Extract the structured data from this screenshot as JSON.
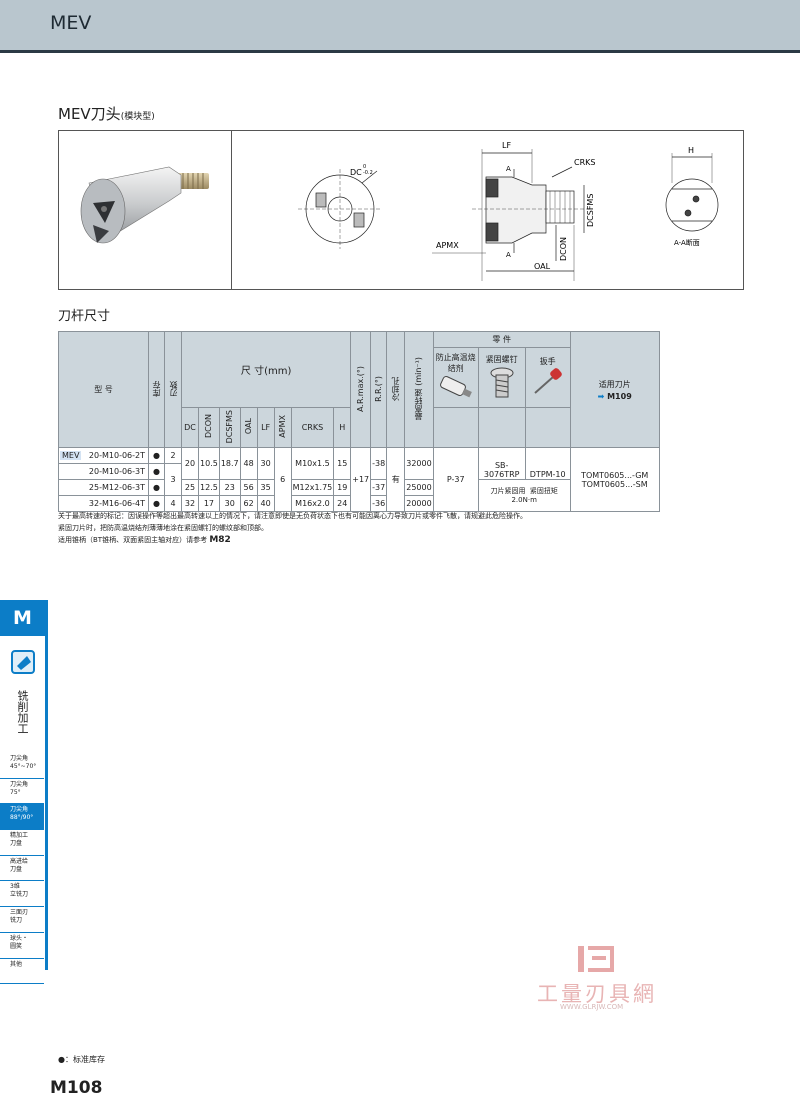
{
  "header": {
    "title": "MEV"
  },
  "section": {
    "title": "MEV刀头",
    "subtitle": "(模块型)"
  },
  "figure": {
    "labels": {
      "dc": "DC",
      "dc_tol_upper": "0",
      "dc_tol_lower": "-0.2",
      "apmx": "APMX",
      "lf": "LF",
      "crks": "CRKS",
      "dcsfms": "DCSFMS",
      "dcon": "DCON",
      "oal": "OAL",
      "section_a": "A",
      "h": "H",
      "aa_section": "A-A断面"
    }
  },
  "dimensions_title": "刀杆尺寸",
  "table": {
    "headers": {
      "model": "型  号",
      "stock": "库存",
      "flutes": "刃数",
      "dims": "尺  寸(mm)",
      "ar_max": "A.R.max.(°)",
      "rr": "R.R.(°)",
      "coolant": "冷却孔",
      "max_rpm": "最高转速 (min⁻¹)",
      "parts": "零  件",
      "anti_seize": "防止高温烧结剂",
      "screw": "紧固螺钉",
      "wrench": "扳手",
      "insert": "适用刀片",
      "insert_ref": "M109"
    },
    "dim_cols": [
      "DC",
      "DCON",
      "DCSFMS",
      "OAL",
      "LF",
      "APMX",
      "CRKS",
      "H"
    ],
    "rows": [
      {
        "series": "MEV",
        "model": "20-M10-06-2T",
        "stock": "●",
        "flutes": "2",
        "dc": "20",
        "dcon": "10.5",
        "dcsfms": "18.7",
        "oal": "48",
        "lf": "30",
        "crks": "M10x1.5",
        "h": "15",
        "rr": "-38",
        "rpm": "32000"
      },
      {
        "series": "",
        "model": "20-M10-06-3T",
        "stock": "●",
        "flutes": "3",
        "dc": "",
        "dcon": "",
        "dcsfms": "",
        "oal": "",
        "lf": "",
        "crks": "",
        "h": "",
        "rr": "",
        "rpm": ""
      },
      {
        "series": "",
        "model": "25-M12-06-3T",
        "stock": "●",
        "flutes": "",
        "dc": "25",
        "dcon": "12.5",
        "dcsfms": "23",
        "oal": "56",
        "lf": "35",
        "crks": "M12x1.75",
        "h": "19",
        "rr": "-37",
        "rpm": "25000"
      },
      {
        "series": "",
        "model": "32-M16-06-4T",
        "stock": "●",
        "flutes": "4",
        "dc": "32",
        "dcon": "17",
        "dcsfms": "30",
        "oal": "62",
        "lf": "40",
        "crks": "M16x2.0",
        "h": "24",
        "rr": "-36",
        "rpm": "20000"
      }
    ],
    "shared": {
      "apmx": "6",
      "ar_max": "+17",
      "coolant": "有",
      "anti_seize": "P-37",
      "screw": "SB-3076TRP",
      "wrench": "DTPM-10",
      "screw_torque_label": "刀片紧固用",
      "screw_torque_label2": "紧固扭矩",
      "screw_torque_value": "2.0N·m",
      "insert_1": "TOMT0605...-GM",
      "insert_2": "TOMT0605...-SM"
    }
  },
  "notes": [
    "关于最高转速的标记：因误操作等超出最高转速以上的情况下，请注意即使是无负荷状态下也有可能因离心力导致刀片或零件飞散，请规避此危险操作。",
    "紧固刀片时，把防高温烧结剂薄薄地涂在紧固螺钉的螺纹部和顶部。",
    "适用锥柄（BT锥柄、双面紧固主轴对应）请参考"
  ],
  "notes_ref": "M82",
  "sidebar": {
    "tab": "M",
    "label": "铣削加工",
    "nav": [
      {
        "line1": "刀尖角",
        "line2": "45°~70°",
        "active": false
      },
      {
        "line1": "刀尖角",
        "line2": "75°",
        "active": false
      },
      {
        "line1": "刀尖角",
        "line2": "88°/90°",
        "active": true
      },
      {
        "line1": "精加工",
        "line2": "刀盘",
        "active": false
      },
      {
        "line1": "高进给",
        "line2": "刀盘",
        "active": false
      },
      {
        "line1": "3维",
        "line2": "立铣刀",
        "active": false
      },
      {
        "line1": "三面刃",
        "line2": "铣刀",
        "active": false
      },
      {
        "line1": "球头・",
        "line2": "圆笑",
        "active": false
      },
      {
        "line1": "其他",
        "line2": "",
        "active": false
      }
    ]
  },
  "legend": "●：标准库存",
  "page_number": "M108",
  "watermark": {
    "text": "工量刃具網",
    "url": "WWW.GLRJW.COM"
  },
  "colors": {
    "accent": "#0c7dc7",
    "header_band": "#b9c6ce",
    "table_header": "#ccd6dc"
  }
}
